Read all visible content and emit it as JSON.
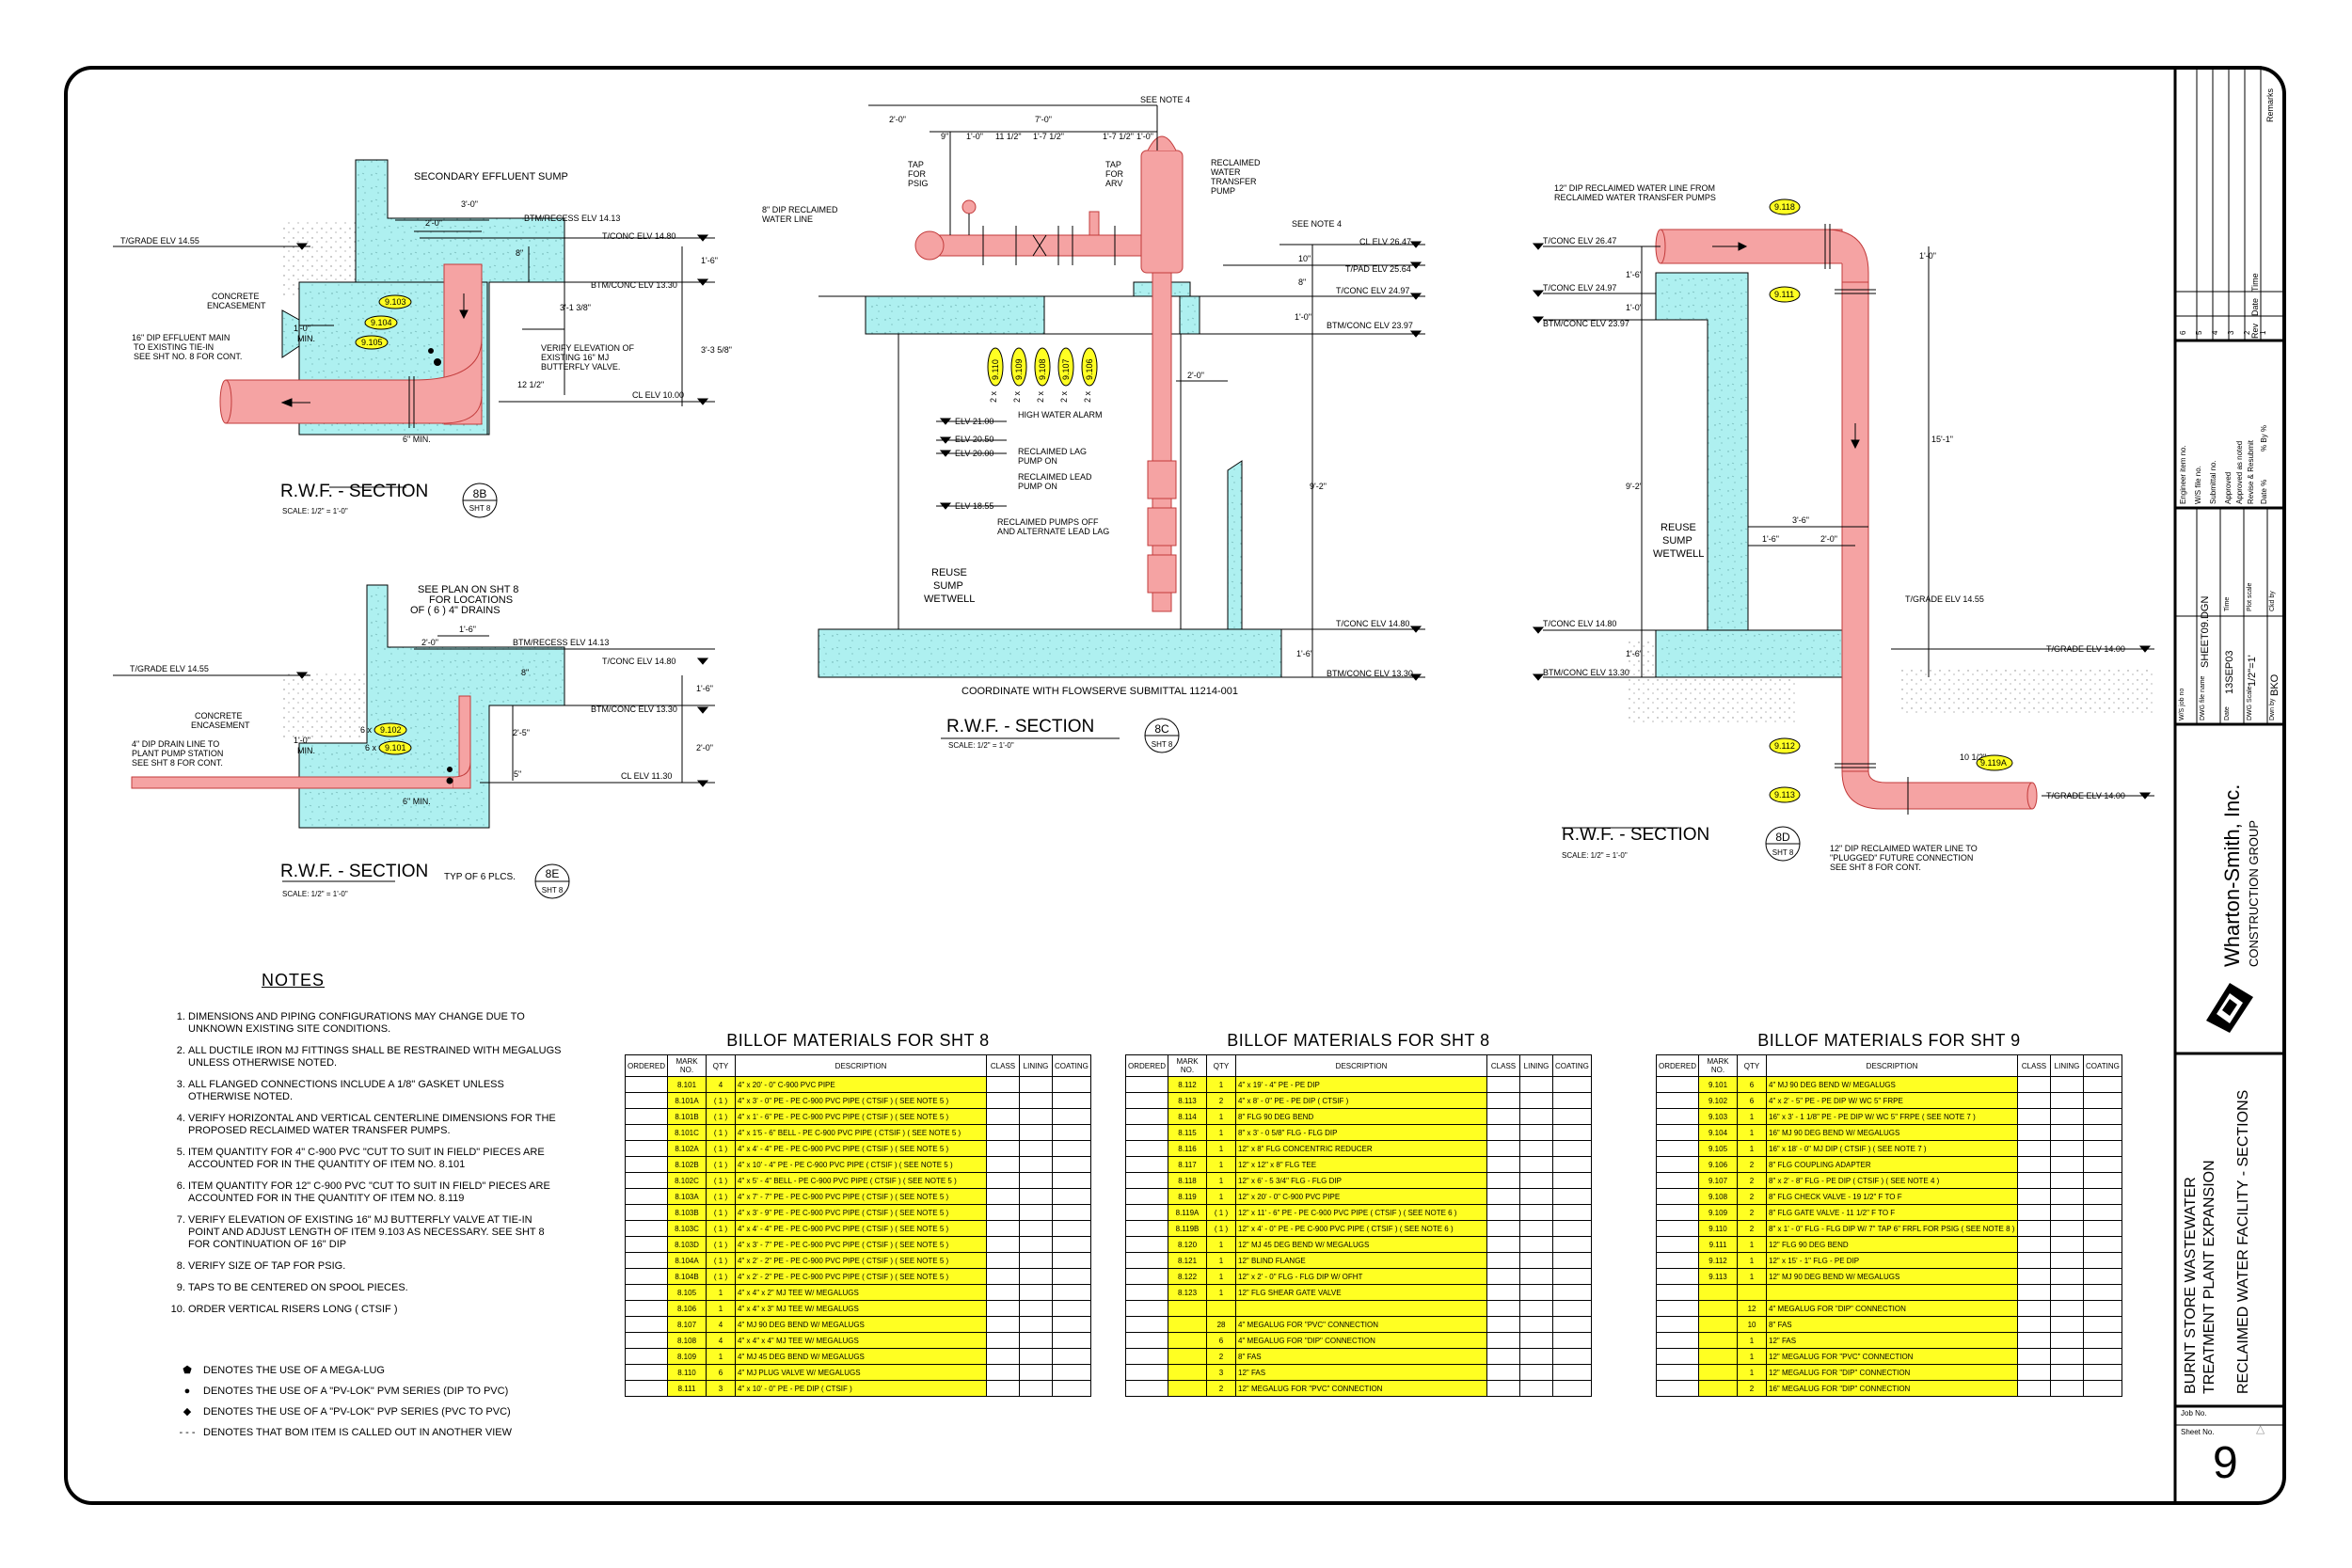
{
  "drawing": {
    "views": {
      "sec_8b": {
        "title": "R.W.F. - SECTION",
        "scale": "SCALE:  1/2\" = 1'-0\"",
        "bubble_top": "8B",
        "bubble_bottom": "SHT 8",
        "labels": {
          "sump": "SECONDARY EFFLUENT SUMP",
          "grade": "T/GRADE ELV 14.55",
          "btm_recess": "BTM/RECESS ELV 14.13",
          "tconc": "T/CONC ELV 14.80",
          "btm_conc": "BTM/CONC ELV 13.30",
          "encase1": "CONCRETE",
          "encase2": "ENCASEMENT",
          "main1": "16\" DIP EFFLUENT MAIN",
          "main2": "TO EXISTING TIE-IN",
          "main3": "SEE SHT NO. 8 FOR CONT.",
          "verify1": "VERIFY ELEVATION OF",
          "verify2": "EXISTING 16\" MJ",
          "verify3": "BUTTERFLY VALVE.",
          "cl": "CL ELV 10.00",
          "min": "6\" MIN.",
          "dim_3_0": "3'-0\"",
          "dim_2_0": "2'-0\"",
          "dim_1_0_min": "1'-0\"",
          "min_word": "MIN.",
          "dim_8": "8\"",
          "dim_1_6": "1'-6\"",
          "dim_3_1_3_8": "3'-1 3/8\"",
          "dim_3_3_5_8": "3'-3 5/8\"",
          "dim_12_1_2": "12 1/2\"",
          "tag_9103": "9.103",
          "tag_9104": "9.104",
          "tag_9105": "9.105"
        }
      },
      "sec_8e": {
        "title": "R.W.F. - SECTION",
        "scale": "SCALE:  1/2\" = 1'-0\"",
        "typ": "TYP OF 6 PLCS.",
        "bubble_top": "8E",
        "bubble_bottom": "SHT 8",
        "labels": {
          "plan1": "SEE PLAN ON SHT 8",
          "plan2": "FOR LOCATIONS",
          "plan3": "OF ( 6 ) 4\" DRAINS",
          "grade": "T/GRADE ELV 14.55",
          "btm_recess": "BTM/RECESS ELV 14.13",
          "tconc": "T/CONC ELV 14.80",
          "btm_conc": "BTM/CONC ELV 13.30",
          "cl": "CL ELV 11.30",
          "encase1": "CONCRETE",
          "encase2": "ENCASEMENT",
          "drain1": "4\" DIP DRAIN LINE TO",
          "drain2": "PLANT PUMP STATION",
          "drain3": "SEE SHT 8 FOR CONT.",
          "min": "6\" MIN.",
          "dim_2_0": "2'-0\"",
          "dim_1_6": "1'-6\"",
          "dim_1_0": "1'-0\"",
          "min_word": "MIN.",
          "dim_8": "8\"",
          "dim_1_6v": "1'-6\"",
          "dim_2_5": "2'-5\"",
          "dim_2_0v": "2'-0\"",
          "dim_5": "5\"",
          "qty_6x_a": "6 x",
          "qty_6x_b": "6 x",
          "tag_9102": "9.102",
          "tag_9101": "9.101"
        }
      },
      "sec_8c": {
        "title": "R.W.F. - SECTION",
        "scale": "SCALE:  1/2\" = 1'-0\"",
        "bubble_top": "8C",
        "bubble_bottom": "SHT 8",
        "labels": {
          "note4a": "SEE NOTE 4",
          "note4b": "SEE NOTE 4",
          "line1": "8\" DIP RECLAIMED",
          "line2": "WATER LINE",
          "tap_psig1": "TAP",
          "tap_psig2": "FOR",
          "tap_psig3": "PSIG",
          "tap_arv1": "TAP",
          "tap_arv2": "FOR",
          "tap_arv3": "ARV",
          "pump1": "RECLAIMED",
          "pump2": "WATER",
          "pump3": "TRANSFER",
          "pump4": "PUMP",
          "cl": "CL ELV 26.47",
          "tpad": "T/PAD ELV 25.64",
          "tconc1": "T/CONC ELV 24.97",
          "btm1": "BTM/CONC ELV 23.97",
          "tconc2": "T/CONC ELV 14.80",
          "btm2": "BTM/CONC ELV 13.30",
          "elv2100": "ELV 21.00",
          "elv2050": "ELV 20.50",
          "elv2000": "ELV 20.00",
          "elv1855": "ELV 18.55",
          "hwa": "HIGH WATER ALARM",
          "lag1": "RECLAIMED LAG",
          "lag2": "PUMP ON",
          "lead1": "RECLAIMED LEAD",
          "lead2": "PUMP ON",
          "off1": "RECLAIMED PUMPS OFF",
          "off2": "AND ALTERNATE LEAD LAG",
          "wet1": "REUSE",
          "wet2": "SUMP",
          "wet3": "WETWELL",
          "coord": "COORDINATE WITH FLOWSERVE SUBMITTAL 11214-001",
          "d_2_0": "2'-0\"",
          "d_7_0": "7'-0\"",
          "d_9": "9\"",
          "d_1_0a": "1'-0\"",
          "d_11_1_2": "11 1/2\"",
          "d_1_7_1_2a": "1'-7 1/2\"",
          "d_1_7_1_2b": "1'-7 1/2\"",
          "d_1_0b": "1'-0\"",
          "d_2_0b": "2'-0\"",
          "d_9_2": "9'-2\"",
          "d_10": "10\"",
          "d_8": "8\"",
          "d_1_0c": "1'-0\"",
          "d_1_6": "1'-6\"",
          "tags": [
            "9.110",
            "9.109",
            "9.108",
            "9.107",
            "9.106"
          ],
          "tag_qty": "2 x"
        }
      },
      "sec_8d": {
        "title": "R.W.F. - SECTION",
        "scale": "SCALE:  1/2\" = 1'-0\"",
        "bubble_top": "8D",
        "bubble_bottom": "SHT 8",
        "labels": {
          "line1": "12\" DIP RECLAIMED WATER LINE FROM",
          "line2": "RECLAIMED WATER TRANSFER PUMPS",
          "tconc1": "T/CONC ELV 26.47",
          "tconc2": "T/CONC ELV 24.97",
          "btm1": "BTM/CONC ELV 23.97",
          "tconc3": "T/CONC ELV 14.80",
          "btm2": "BTM/CONC ELV 13.30",
          "grade1": "T/GRADE ELV 14.55",
          "grade2": "T/GRADE ELV 14.00",
          "grade3": "T/GRADE ELV 14.00",
          "wet1": "REUSE",
          "wet2": "SUMP",
          "wet3": "WETWELL",
          "plug1": "12\" DIP RECLAIMED WATER LINE TO",
          "plug2": "\"PLUGGED\" FUTURE CONNECTION",
          "plug3": "SEE SHT 8 FOR CONT.",
          "d_1_6a": "1'-6\"",
          "d_1_0": "1'-0\"",
          "d_9_2": "9'-2\"",
          "d_1_6b": "1'-6\"",
          "d_3_6": "3'-6\"",
          "d_1_6c": "1'-6\"",
          "d_2_0": "2'-0\"",
          "d_15_1": "15'-1\"",
          "d_1_0b": "1'-0\"",
          "d_10_1_2": "10 1/2\"",
          "tag_9118": "9.118",
          "tag_9111": "9.111",
          "tag_9112": "9.112",
          "tag_9113": "9.113",
          "tag_9119a": "9.119A"
        }
      }
    }
  },
  "notes": {
    "title": "NOTES",
    "items": [
      "DIMENSIONS AND PIPING CONFIGURATIONS MAY CHANGE DUE TO UNKNOWN EXISTING SITE CONDITIONS.",
      "ALL DUCTILE IRON MJ FITTINGS SHALL BE RESTRAINED WITH MEGALUGS UNLESS OTHERWISE NOTED.",
      "ALL FLANGED CONNECTIONS INCLUDE A 1/8\" GASKET UNLESS OTHERWISE NOTED.",
      "VERIFY HORIZONTAL AND VERTICAL CENTERLINE DIMENSIONS FOR THE PROPOSED RECLAIMED WATER TRANSFER PUMPS.",
      "ITEM QUANTITY FOR 4\" C-900 PVC \"CUT TO SUIT IN FIELD\" PIECES ARE ACCOUNTED FOR IN THE QUANTITY OF ITEM NO. 8.101",
      "ITEM QUANTITY FOR 12\" C-900 PVC \"CUT TO SUIT IN FIELD\" PIECES ARE ACCOUNTED FOR IN THE QUANTITY OF ITEM NO. 8.119",
      "VERIFY ELEVATION OF EXISTING 16\" MJ BUTTERFLY VALVE AT TIE-IN POINT AND ADJUST LENGTH OF ITEM 9.103 AS NECESSARY. SEE SHT 8 FOR CONTINUATION OF 16\" DIP",
      "VERIFY SIZE OF TAP FOR PSIG.",
      "TAPS  TO BE CENTERED ON SPOOL PIECES.",
      "ORDER VERTICAL RISERS LONG  ( CTSIF )"
    ]
  },
  "legend": [
    {
      "symbol": "⬟",
      "text": "DENOTES THE USE OF A MEGA-LUG"
    },
    {
      "symbol": "●",
      "text": "DENOTES THE USE OF A \"PV-LOK\" PVM SERIES (DIP TO PVC)"
    },
    {
      "symbol": "◆",
      "text": "DENOTES THE USE OF A \"PV-LOK\" PVP SERIES (PVC TO PVC)"
    },
    {
      "symbol": "- - -",
      "text": "DENOTES THAT BOM ITEM IS CALLED OUT IN ANOTHER VIEW"
    }
  ],
  "bom_headers": [
    "ORDERED",
    "MARK NO.",
    "QTY",
    "DESCRIPTION",
    "CLASS",
    "LINING",
    "COATING"
  ],
  "bom_tables": [
    {
      "title": "BILLOF MATERIALS FOR SHT 8",
      "rows": [
        [
          "8.101",
          "4",
          "4\" x 20' - 0\" C-900 PVC PIPE"
        ],
        [
          "8.101A",
          "( 1 )",
          "4\" x 3' - 0\" PE - PE C-900 PVC PIPE  ( CTSIF )  ( SEE NOTE 5 )"
        ],
        [
          "8.101B",
          "( 1 )",
          "4\" x 1' - 6\" PE - PE C-900 PVC PIPE  ( CTSIF )  ( SEE NOTE 5 )"
        ],
        [
          "8.101C",
          "( 1 )",
          "4\" x 1'5 - 6\" BELL - PE C-900 PVC PIPE  ( CTSIF )  ( SEE NOTE 5 )"
        ],
        [
          "8.102A",
          "( 1 )",
          "4\" x 4' - 4\" PE - PE C-900 PVC PIPE  ( CTSIF )  ( SEE NOTE 5 )"
        ],
        [
          "8.102B",
          "( 1 )",
          "4\" x 10' - 4\" PE - PE C-900 PVC PIPE  ( CTSIF )  ( SEE NOTE 5 )"
        ],
        [
          "8.102C",
          "( 1 )",
          "4\" x 5' - 4\" BELL - PE C-900 PVC PIPE  ( CTSIF )  ( SEE NOTE 5 )"
        ],
        [
          "8.103A",
          "( 1 )",
          "4\" x 7' - 7\" PE - PE C-900 PVC PIPE  ( CTSIF )  ( SEE NOTE 5 )"
        ],
        [
          "8.103B",
          "( 1 )",
          "4\" x 3' - 9\" PE - PE C-900 PVC PIPE  ( CTSIF )  ( SEE NOTE 5 )"
        ],
        [
          "8.103C",
          "( 1 )",
          "4\" x 4' - 4\" PE - PE C-900 PVC PIPE  ( CTSIF )  ( SEE NOTE 5 )"
        ],
        [
          "8.103D",
          "( 1 )",
          "4\" x 3' - 7\" PE - PE C-900 PVC PIPE  ( CTSIF )  ( SEE NOTE 5 )"
        ],
        [
          "8.104A",
          "( 1 )",
          "4\" x 2' - 2\" PE - PE C-900 PVC PIPE  ( CTSIF )  ( SEE NOTE 5 )"
        ],
        [
          "8.104B",
          "( 1 )",
          "4\" x 2' - 2\" PE - PE C-900 PVC PIPE  ( CTSIF )  ( SEE NOTE 5 )"
        ],
        [
          "8.105",
          "1",
          "4\" x 4\" x 2\" MJ TEE  W/ MEGALUGS"
        ],
        [
          "8.106",
          "1",
          "4\" x 4\" x 3\" MJ TEE  W/ MEGALUGS"
        ],
        [
          "8.107",
          "4",
          "4\" MJ 90 DEG BEND  W/ MEGALUGS"
        ],
        [
          "8.108",
          "4",
          "4\" x 4\" x 4\" MJ TEE  W/ MEGALUGS"
        ],
        [
          "8.109",
          "1",
          "4\" MJ 45 DEG BEND  W/ MEGALUGS"
        ],
        [
          "8.110",
          "6",
          "4\" MJ PLUG VALVE  W/ MEGALUGS"
        ],
        [
          "8.111",
          "3",
          "4\" x 10' - 0\" PE - PE DIP  ( CTSIF )"
        ]
      ]
    },
    {
      "title": "BILLOF MATERIALS FOR SHT 8",
      "rows": [
        [
          "8.112",
          "1",
          "4\" x 19' - 4\" PE - PE DIP"
        ],
        [
          "8.113",
          "2",
          "4\" x 8' - 0\" PE - PE DIP  ( CTSIF )"
        ],
        [
          "8.114",
          "1",
          "8\" FLG 90 DEG BEND"
        ],
        [
          "8.115",
          "1",
          "8\" x 3' - 0 5/8\" FLG - FLG DIP"
        ],
        [
          "8.116",
          "1",
          "12\" x 8\" FLG CONCENTRIC REDUCER"
        ],
        [
          "8.117",
          "1",
          "12\" x 12\" x 8\" FLG TEE"
        ],
        [
          "8.118",
          "1",
          "12\" x 6' - 5 3/4\" FLG - FLG DIP"
        ],
        [
          "8.119",
          "1",
          "12\" x 20' - 0\" C-900 PVC PIPE"
        ],
        [
          "8.119A",
          "( 1 )",
          "12\" x 11' - 6\" PE - PE C-900 PVC PIPE  ( CTSIF )  ( SEE NOTE 6 )"
        ],
        [
          "8.119B",
          "( 1 )",
          "12\" x 4' - 0\" PE - PE C-900 PVC PIPE  ( CTSIF )  ( SEE NOTE 6 )"
        ],
        [
          "8.120",
          "1",
          "12\" MJ 45 DEG BEND  W/ MEGALUGS"
        ],
        [
          "8.121",
          "1",
          "12\" BLIND FLANGE"
        ],
        [
          "8.122",
          "1",
          "12\" x 2' - 0\" FLG - FLG DIP  W/ OFHT"
        ],
        [
          "8.123",
          "1",
          "12\" FLG SHEAR GATE VALVE"
        ],
        [
          "",
          "",
          ""
        ],
        [
          "",
          "28",
          "4\" MEGALUG FOR \"PVC\" CONNECTION"
        ],
        [
          "",
          "6",
          "4\" MEGALUG FOR \"DIP\" CONNECTION"
        ],
        [
          "",
          "2",
          "8\" FAS"
        ],
        [
          "",
          "3",
          "12\" FAS"
        ],
        [
          "",
          "2",
          "12\" MEGALUG FOR \"PVC\" CONNECTION"
        ]
      ]
    },
    {
      "title": "BILLOF MATERIALS FOR SHT 9",
      "rows": [
        [
          "9.101",
          "6",
          "4\" MJ 90 DEG BEND  W/ MEGALUGS"
        ],
        [
          "9.102",
          "6",
          "4\" x 2' - 5\" PE - PE DIP  W/ WC 5\" FRPE"
        ],
        [
          "9.103",
          "1",
          "16\" x 3' - 1 1/8\" PE - PE DIP  W/ WC 5\" FRPE  ( SEE NOTE 7 )"
        ],
        [
          "9.104",
          "1",
          "16\" MJ 90 DEG BEND  W/ MEGALUGS"
        ],
        [
          "9.105",
          "1",
          "16\" x 18' - 0\" MJ DIP  ( CTSIF )  ( SEE NOTE 7 )"
        ],
        [
          "9.106",
          "2",
          "8\" FLG COUPLING ADAPTER"
        ],
        [
          "9.107",
          "2",
          "8\" x 2' - 8\" FLG - PE DIP  ( CTSIF )  ( SEE NOTE 4 )"
        ],
        [
          "9.108",
          "2",
          "8\" FLG CHECK VALVE - 19 1/2\" F TO F"
        ],
        [
          "9.109",
          "2",
          "8\" FLG GATE VALVE - 11 1/2\" F TO F"
        ],
        [
          "9.110",
          "2",
          "8\" x 1' - 0\" FLG - FLG DIP  W/ 7\" TAP 6\" FRFL FOR PSIG  ( SEE NOTE 8 )"
        ],
        [
          "9.111",
          "1",
          "12\" FLG 90 DEG BEND"
        ],
        [
          "9.112",
          "1",
          "12\" x 15' - 1\" FLG - PE DIP"
        ],
        [
          "9.113",
          "1",
          "12\" MJ 90 DEG BEND  W/ MEGALUGS"
        ],
        [
          "",
          "",
          ""
        ],
        [
          "",
          "12",
          "4\" MEGALUG FOR \"DIP\" CONNECTION"
        ],
        [
          "",
          "10",
          "8\" FAS"
        ],
        [
          "",
          "1",
          "12\" FAS"
        ],
        [
          "",
          "1",
          "12\" MEGALUG FOR \"PVC\" CONNECTION"
        ],
        [
          "",
          "1",
          "12\" MEGALUG FOR \"DIP\" CONNECTION"
        ],
        [
          "",
          "2",
          "16\" MEGALUG FOR \"DIP\" CONNECTION"
        ]
      ]
    }
  ],
  "title_block": {
    "revision_header": {
      "remarks": "Remarks",
      "time": "Time",
      "date": "Date",
      "rev": "Rev"
    },
    "revisions": [
      "6",
      "5",
      "4",
      "3",
      "2",
      "1"
    ],
    "engineer": "Engineer item no.",
    "ws_file": "W/S file no.",
    "submittal": "Submittal no.",
    "approved": "Approved",
    "approved_noted": "Approved as noted",
    "revise": "Revise & Resubmit",
    "date_pct": "Date %",
    "by_pct": "% By %",
    "ws_job": "W/S job no",
    "dwg_file": "DWG file name",
    "dwg_file_val": "SHEET09.DGN",
    "date": "Date",
    "date_val": "13SEP03",
    "time": "Time",
    "dwg_scale": "DWG Scale",
    "dwg_scale_val": "1/2\"=1'",
    "plot_scale": "Plot scale",
    "drawn": "Dwn by",
    "drawn_val": "BKO",
    "checked": "Ckd by",
    "company": "Wharton-Smith, Inc.",
    "company_sub": "CONSTRUCTION GROUP",
    "project1": "BURNT STORE WASTEWATER",
    "project2": "TREATMENT PLANT EXPANSION",
    "sheet_title": "RECLAIMED WATER FACILITY - SECTIONS",
    "job_no": "Job No.",
    "sheet_no_label": "Sheet No.",
    "sheet_no": "9"
  },
  "colors": {
    "pipe": "#f5a3a3",
    "pipe_stroke": "#c23b3b",
    "concrete": "#aef0f0",
    "tag": "#ffff22",
    "bom_highlight": "#ffff22"
  }
}
